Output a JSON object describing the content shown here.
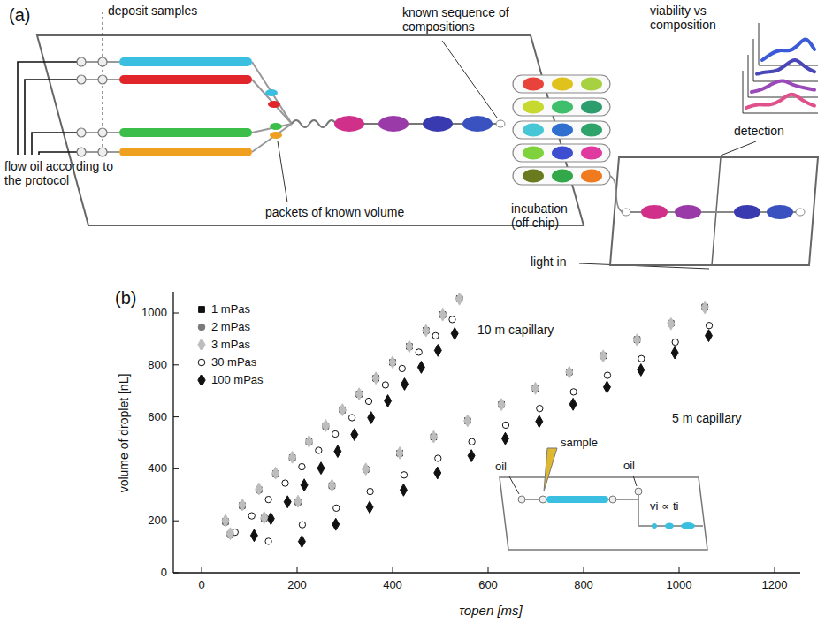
{
  "diagram": {
    "labels": [
      "(a)",
      "deposit samples",
      "known sequence of compositions",
      "viability vs composition",
      "flow oil according to the protocol",
      "packets of known volume",
      "incubation (off chip)",
      "detection",
      "light in",
      "(b)",
      "10 m capillary",
      "5 m capillary",
      "volume of droplet [nL]",
      "τopen [ms]",
      "0",
      "200",
      "400",
      "600",
      "800",
      "1000",
      "0",
      "200",
      "400",
      "600",
      "800",
      "1000",
      "1200",
      "oil",
      "sample",
      "oil",
      "vi ∝ ti"
    ],
    "legend": [
      {
        "text": "1 mPas"
      },
      {
        "text": "2 mPas"
      },
      {
        "text": "3 mPas"
      },
      {
        "text": "30 mPas"
      },
      {
        "text": "100 mPas"
      }
    ]
  }
}
